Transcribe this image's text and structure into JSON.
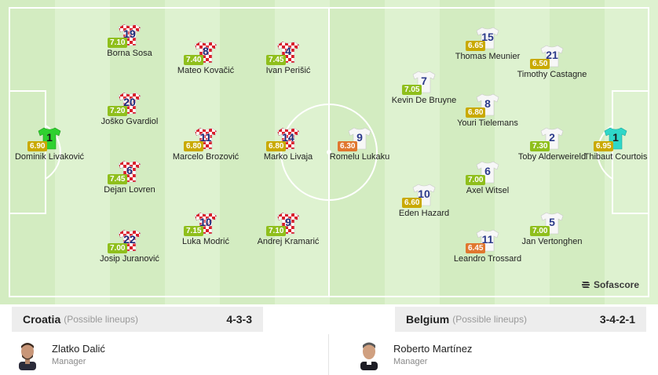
{
  "brand": {
    "name": "Sofascore"
  },
  "colors": {
    "rating_green": "#8fbf1c",
    "rating_yellow": "#c9a900",
    "rating_orange": "#e0772f"
  },
  "home": {
    "team": "Croatia",
    "subtitle": "(Possible lineups)",
    "formation": "4-3-3",
    "manager": {
      "name": "Zlatko Dalić",
      "role": "Manager"
    },
    "players": [
      {
        "number": "1",
        "name": "Dominik Livaković",
        "rating": "6.90",
        "rc": "yellow",
        "gk": true
      },
      {
        "number": "19",
        "name": "Borna Sosa",
        "rating": "7.10",
        "rc": "green"
      },
      {
        "number": "20",
        "name": "Joško Gvardiol",
        "rating": "7.20",
        "rc": "green"
      },
      {
        "number": "6",
        "name": "Dejan Lovren",
        "rating": "7.45",
        "rc": "green"
      },
      {
        "number": "22",
        "name": "Josip Juranović",
        "rating": "7.00",
        "rc": "green"
      },
      {
        "number": "8",
        "name": "Mateo Kovačić",
        "rating": "7.40",
        "rc": "green"
      },
      {
        "number": "11",
        "name": "Marcelo Brozović",
        "rating": "6.80",
        "rc": "yellow"
      },
      {
        "number": "10",
        "name": "Luka Modrić",
        "rating": "7.15",
        "rc": "green"
      },
      {
        "number": "4",
        "name": "Ivan Perišić",
        "rating": "7.45",
        "rc": "green"
      },
      {
        "number": "14",
        "name": "Marko Livaja",
        "rating": "6.80",
        "rc": "yellow"
      },
      {
        "number": "9",
        "name": "Andrej Kramarić",
        "rating": "7.10",
        "rc": "green"
      }
    ]
  },
  "away": {
    "team": "Belgium",
    "subtitle": "(Possible lineups)",
    "formation": "3-4-2-1",
    "manager": {
      "name": "Roberto Martínez",
      "role": "Manager"
    },
    "players": [
      {
        "number": "9",
        "name": "Romelu Lukaku",
        "rating": "6.30",
        "rc": "orange"
      },
      {
        "number": "7",
        "name": "Kevin De Bruyne",
        "rating": "7.05",
        "rc": "green"
      },
      {
        "number": "10",
        "name": "Eden Hazard",
        "rating": "6.60",
        "rc": "yellow"
      },
      {
        "number": "15",
        "name": "Thomas Meunier",
        "rating": "6.65",
        "rc": "yellow"
      },
      {
        "number": "8",
        "name": "Youri Tielemans",
        "rating": "6.80",
        "rc": "yellow"
      },
      {
        "number": "6",
        "name": "Axel Witsel",
        "rating": "7.00",
        "rc": "green"
      },
      {
        "number": "11",
        "name": "Leandro Trossard",
        "rating": "6.45",
        "rc": "orange"
      },
      {
        "number": "21",
        "name": "Timothy Castagne",
        "rating": "6.50",
        "rc": "yellow"
      },
      {
        "number": "2",
        "name": "Toby Alderweireld",
        "rating": "7.30",
        "rc": "green"
      },
      {
        "number": "5",
        "name": "Jan Vertonghen",
        "rating": "7.00",
        "rc": "green"
      },
      {
        "number": "1",
        "name": "Thibaut Courtois",
        "rating": "6.95",
        "rc": "yellow",
        "gk": true
      }
    ]
  }
}
